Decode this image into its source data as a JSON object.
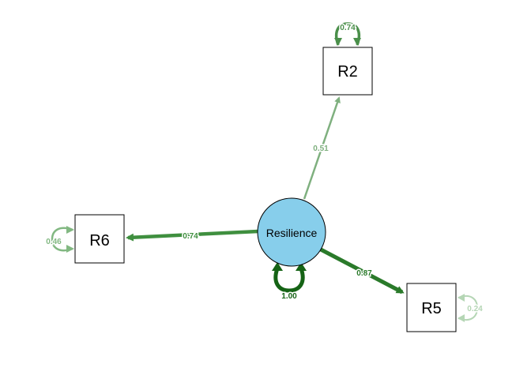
{
  "diagram": {
    "latent": {
      "label": "Resilience",
      "fill": "#87CEEB"
    },
    "indicators": [
      {
        "label": "R2"
      },
      {
        "label": "R6"
      },
      {
        "label": "R5"
      }
    ],
    "loadings": [
      {
        "from": "Resilience",
        "to": "R2",
        "value": "0.51",
        "color": "#7fb07f"
      },
      {
        "from": "Resilience",
        "to": "R6",
        "value": "0.74",
        "color": "#3f8f3f"
      },
      {
        "from": "Resilience",
        "to": "R5",
        "value": "0.87",
        "color": "#2a7a2a"
      }
    ],
    "variances": [
      {
        "node": "R2",
        "value": "0.74",
        "color": "#4a8f4a"
      },
      {
        "node": "R6",
        "value": "0.46",
        "color": "#82b882"
      },
      {
        "node": "R5",
        "value": "0.24",
        "color": "#b5d6b5"
      },
      {
        "node": "Resilience",
        "value": "1.00",
        "color": "#156315"
      }
    ]
  }
}
